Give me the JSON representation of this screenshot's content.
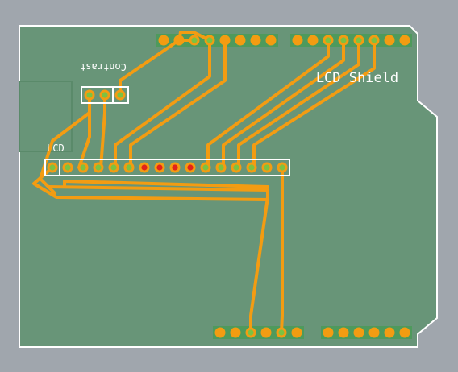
{
  "board": {
    "title": "LCD Shield",
    "lcd_label": "LCD",
    "contrast_label": "Contrast"
  },
  "colors": {
    "background": "#a0a6ad",
    "board_fill": "#689578",
    "board_outline": "#ffffff",
    "board_dark": "#5a8a6a",
    "copper_trace": "#f39c12",
    "pad_ring": "#f39c12",
    "pad_green": "#7cc242",
    "pad_red": "#e2231a",
    "header_strip": "#4e9a5c",
    "silkscreen": "#ffffff"
  },
  "headers": {
    "top_left_pins": 8,
    "top_right_pins": 8,
    "bottom_left_pins": 6,
    "bottom_right_pins": 6,
    "lcd_pins": 16,
    "contrast_pins": 3
  }
}
